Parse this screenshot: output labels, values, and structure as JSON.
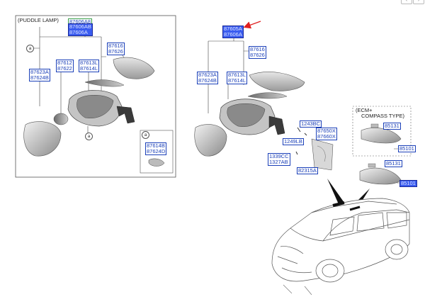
{
  "window_buttons": [
    "‹",
    "›"
  ],
  "panel_puddle_lamp": {
    "title": "(PUDDLE LAMP)",
    "circle_a_1": "a",
    "circle_a_2": "a",
    "detail_a_circle": "a",
    "labels": {
      "assy": [
        "87606A8",
        "87606AB",
        "87606A"
      ],
      "cover": [
        "87616",
        "87626"
      ],
      "repeater": [
        "87613L",
        "87614L"
      ],
      "lamp": [
        "87612",
        "87622"
      ],
      "glass": [
        "87623A",
        "87624B"
      ],
      "puddle": [
        "87614B",
        "87624D"
      ]
    }
  },
  "panel_main": {
    "labels": {
      "assy": [
        "87605A",
        "87606A"
      ],
      "cover": [
        "87616",
        "87626"
      ],
      "repeater": [
        "87613L",
        "87614L"
      ],
      "glass": [
        "87623A",
        "87624B"
      ],
      "bolt": [
        "1243BC"
      ],
      "inside_cover": [
        "87650X",
        "87660X"
      ],
      "screw": [
        "1249LB"
      ],
      "grommet": [
        "1339CC",
        "1327AB"
      ],
      "plug": [
        "82315A"
      ]
    }
  },
  "panel_ecm": {
    "title": [
      "(ECM+",
      "COMPASS TYPE)"
    ],
    "labels": {
      "upper_cover": [
        "85131"
      ],
      "upper_mirror": [
        "85101"
      ],
      "lower_cover": [
        "85131"
      ],
      "lower_mirror": [
        "85101"
      ]
    }
  },
  "colors": {
    "label_text": "#1a3fb8",
    "selected_fill": "#3a5cf0",
    "callout_arrow": "#e02020"
  }
}
